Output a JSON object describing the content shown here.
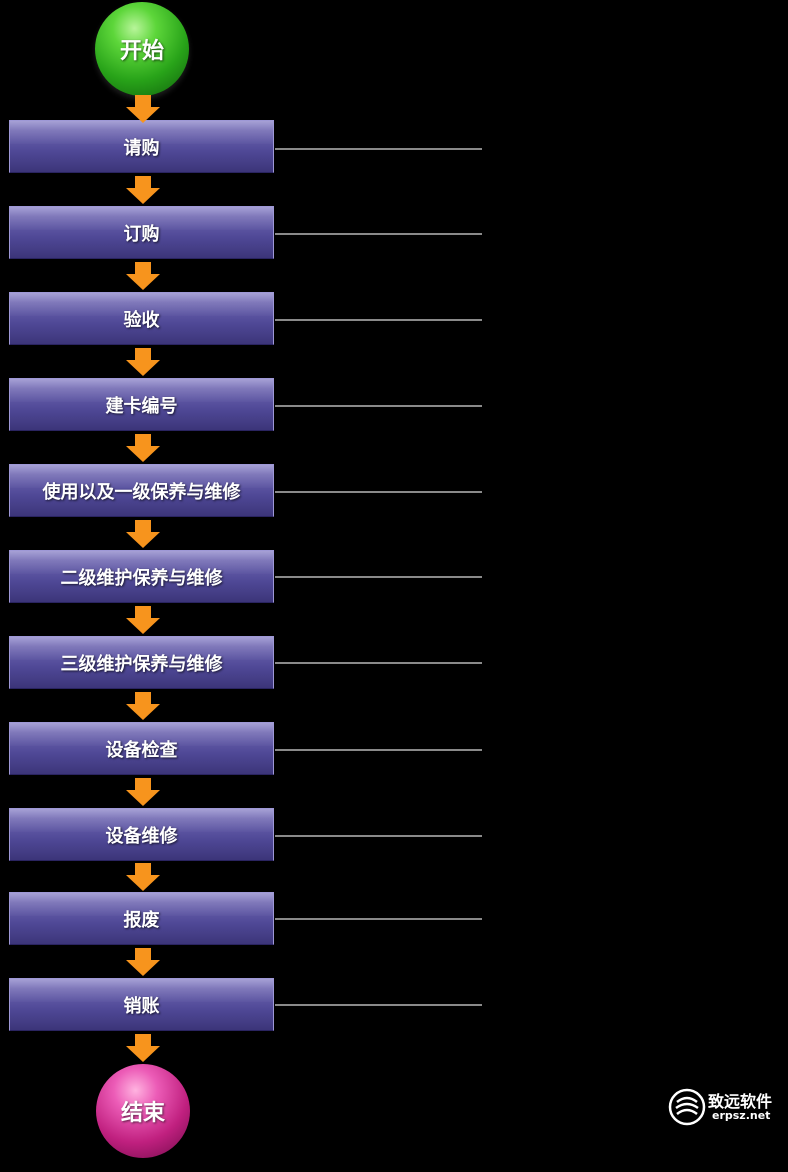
{
  "start_label": "开始",
  "end_label": "结束",
  "steps": [
    {
      "label": "请购"
    },
    {
      "label": "订购"
    },
    {
      "label": "验收"
    },
    {
      "label": "建卡编号"
    },
    {
      "label": "使用以及一级保养与维修"
    },
    {
      "label": "二级维护保养与维修"
    },
    {
      "label": "三级维护保养与维修"
    },
    {
      "label": "设备检查"
    },
    {
      "label": "设备维修"
    },
    {
      "label": "报废"
    },
    {
      "label": "销账"
    }
  ],
  "logo": {
    "name": "致远软件",
    "site": "erpsz.net"
  },
  "colors": {
    "arrow": "#f7941d",
    "step": "#5a52a0",
    "start": "#2fa81f",
    "end": "#d12c8f"
  }
}
